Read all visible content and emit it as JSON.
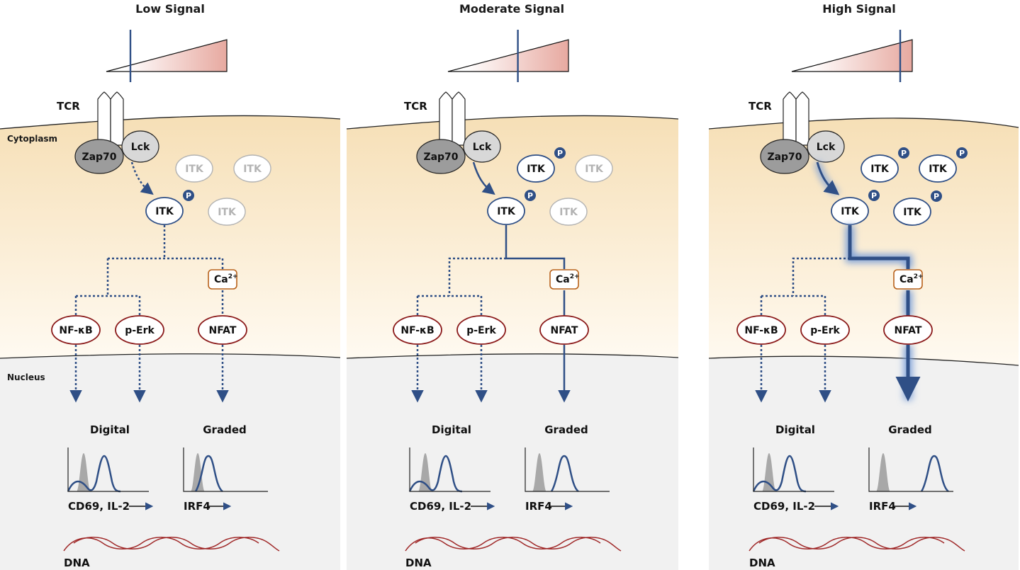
{
  "panels": [
    {
      "title": "Low Signal",
      "slider_level": 0.2,
      "membrane_labels": {
        "receptor": "TCR",
        "cytoplasm": "Cytoplasm",
        "nucleus": "Nucleus"
      },
      "kinases": {
        "zap70": "Zap70",
        "lck": "Lck"
      },
      "itk_active": "ITK",
      "itk_others": [
        {
          "label": "ITK",
          "phosphorylated": false
        },
        {
          "label": "ITK",
          "phosphorylated": false
        },
        {
          "label": "ITK",
          "phosphorylated": false
        }
      ],
      "phospho_label": "P",
      "calcium": {
        "base": "Ca",
        "sup": "2+"
      },
      "transcription_factors": [
        "NF-κB",
        "p-Erk",
        "NFAT"
      ],
      "output_categories": [
        "Digital",
        "Graded"
      ],
      "genes": [
        "CD69, IL-2",
        "IRF4"
      ],
      "dna_label": "DNA"
    },
    {
      "title": "Moderate Signal",
      "slider_level": 0.58,
      "membrane_labels": {
        "receptor": "TCR"
      },
      "kinases": {
        "zap70": "Zap70",
        "lck": "Lck"
      },
      "itk_active": "ITK",
      "itk_others": [
        {
          "label": "ITK",
          "phosphorylated": true
        },
        {
          "label": "ITK",
          "phosphorylated": false
        },
        {
          "label": "ITK",
          "phosphorylated": false
        }
      ],
      "phospho_label": "P",
      "calcium": {
        "base": "Ca",
        "sup": "2+"
      },
      "transcription_factors": [
        "NF-κB",
        "p-Erk",
        "NFAT"
      ],
      "output_categories": [
        "Digital",
        "Graded"
      ],
      "genes": [
        "CD69, IL-2",
        "IRF4"
      ],
      "dna_label": "DNA"
    },
    {
      "title": "High Signal",
      "slider_level": 0.9,
      "membrane_labels": {
        "receptor": "TCR"
      },
      "kinases": {
        "zap70": "Zap70",
        "lck": "Lck"
      },
      "itk_active": "ITK",
      "itk_others": [
        {
          "label": "ITK",
          "phosphorylated": true
        },
        {
          "label": "ITK",
          "phosphorylated": true
        },
        {
          "label": "ITK",
          "phosphorylated": true
        }
      ],
      "phospho_label": "P",
      "calcium": {
        "base": "Ca",
        "sup": "2+"
      },
      "transcription_factors": [
        "NF-κB",
        "p-Erk",
        "NFAT"
      ],
      "output_categories": [
        "Digital",
        "Graded"
      ],
      "genes": [
        "CD69, IL-2",
        "IRF4"
      ],
      "dna_label": "DNA"
    }
  ],
  "colors": {
    "signal_blue": "#2f4f86",
    "tf_red": "#8b1a1a",
    "calcium_orange": "#b8621c",
    "cytoplasm_top": "#f6dfb6",
    "nucleus_fill": "#f1f1f1",
    "zap70_fill": "#9c9c9c",
    "lck_fill": "#d8d8d8",
    "histogram_gray": "#a8a8a8",
    "dna_red": "#a02a2a",
    "slider_pink": "#e7a9a0"
  }
}
